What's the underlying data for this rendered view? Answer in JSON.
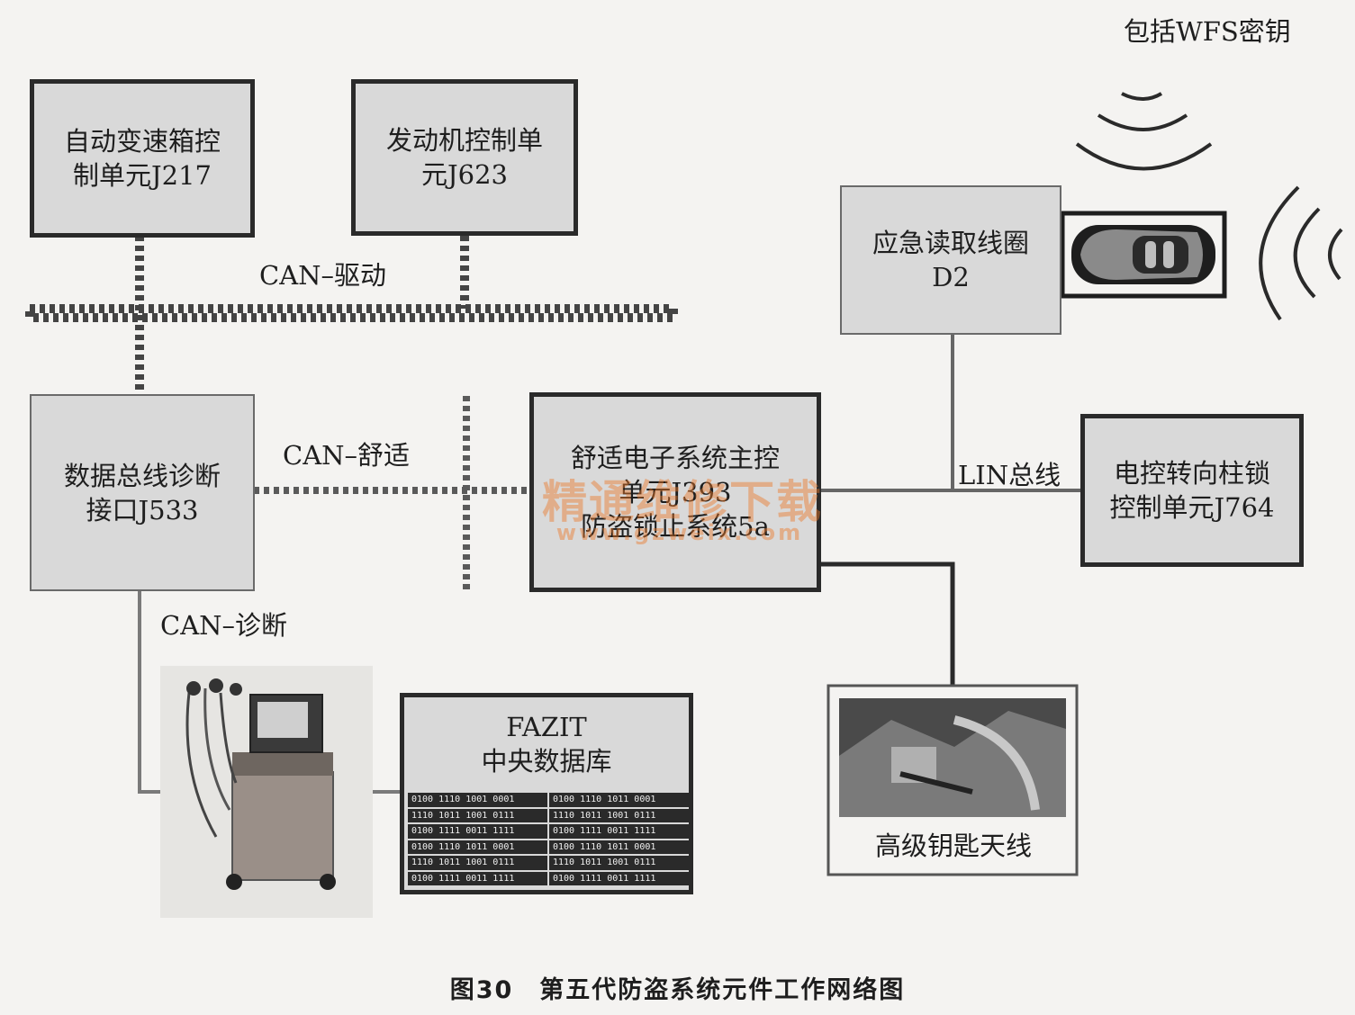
{
  "boxes": {
    "j217": {
      "line1": "自动变速箱控",
      "line2": "制单元J217"
    },
    "j623": {
      "line1": "发动机控制单",
      "line2": "元J623"
    },
    "j533": {
      "line1": "数据总线诊断",
      "line2": "接口J533"
    },
    "j393": {
      "line1": "舒适电子系统主控",
      "line2": "单元J393",
      "line3": "防盗锁止系统5a"
    },
    "d2": {
      "line1": "应急读取线圈",
      "line2": "D2"
    },
    "j764": {
      "line1": "电控转向柱锁",
      "line2": "控制单元J764"
    },
    "fazit": {
      "line1": "FAZIT",
      "line2": "中央数据库"
    }
  },
  "bus_labels": {
    "can_drive": "CAN–驱动",
    "can_comfort": "CAN–舒适",
    "can_diag": "CAN–诊断",
    "lin": "LIN总线"
  },
  "key_label": "包括WFS密钥",
  "antenna_label": "高级钥匙天线",
  "fazit_binary": [
    "0100 1110 1001 0001",
    "0100 1110 1011 0001",
    "1110 1011 1001 0111",
    "1110 1011 1001 0111",
    "0100 1111 0011 1111",
    "0100 1111 0011 1111",
    "0100 1110 1011 0001",
    "0100 1110 1011 0001",
    "1110 1011 1001 0111",
    "1110 1011 1001 0111",
    "0100 1111 0011 1111",
    "0100 1111 0011 1111"
  ],
  "watermark": {
    "text": "精通维修下载",
    "url": "www.gzweix.com"
  },
  "caption": "图30　第五代防盗系统元件工作网络图",
  "colors": {
    "box_fill": "#d9d9d9",
    "border": "#2a2a2a",
    "watermark": "#eb7828"
  }
}
